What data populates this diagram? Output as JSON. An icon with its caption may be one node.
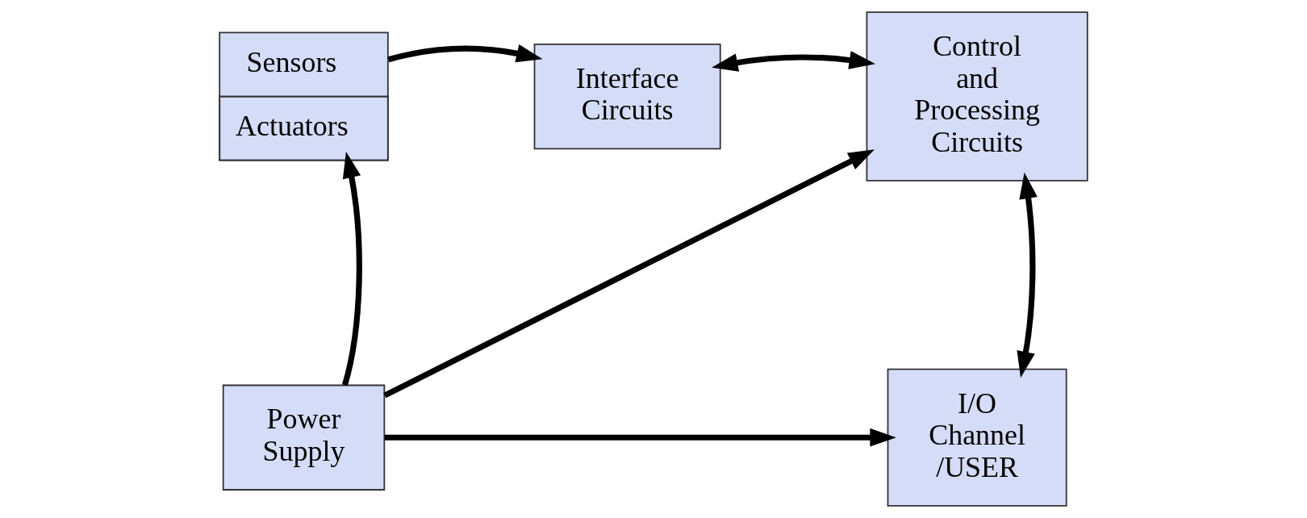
{
  "diagram": {
    "nodes": [
      {
        "text": [
          "Sensors",
          "Actuators"
        ]
      },
      {
        "text": [
          "Interface Circuits"
        ]
      },
      {
        "text": [
          "Control and Processing Circuits"
        ]
      },
      {
        "text": [
          "Power Supply"
        ]
      },
      {
        "text": [
          "I/O Channel /USER"
        ]
      }
    ],
    "edges": [
      {
        "from": 0,
        "to": 1,
        "arrow": "to"
      },
      {
        "from": 1,
        "to": 2,
        "arrow": "both"
      },
      {
        "from": 3,
        "to": 0,
        "arrow": "to"
      },
      {
        "from": 3,
        "to": 2,
        "arrow": "to"
      },
      {
        "from": 2,
        "to": 4,
        "arrow": "both"
      },
      {
        "from": 3,
        "to": 4,
        "arrow": "to"
      }
    ]
  }
}
